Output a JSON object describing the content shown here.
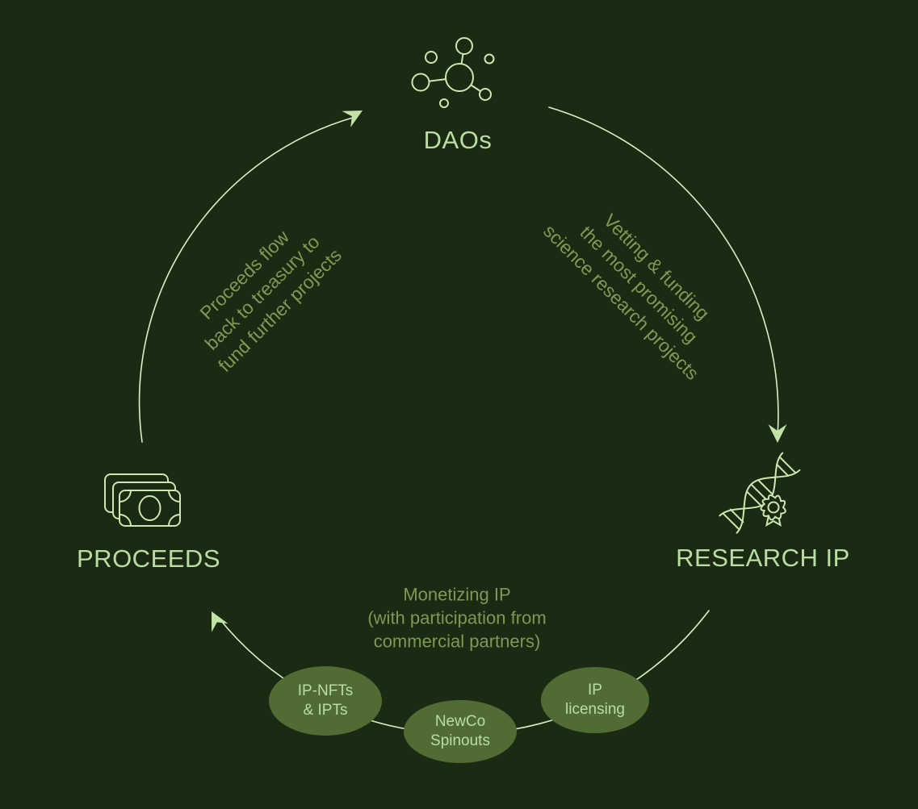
{
  "diagram": {
    "nodes": {
      "daos": {
        "label": "DAOs",
        "icon": "molecule-network-icon"
      },
      "research_ip": {
        "label": "RESEARCH IP",
        "icon": "dna-badge-icon"
      },
      "proceeds": {
        "label": "PROCEEDS",
        "icon": "banknotes-icon"
      }
    },
    "flows": {
      "daos_to_research_ip": {
        "lines": [
          "Vetting & funding",
          "the most promising",
          "science research projects"
        ]
      },
      "research_ip_to_proceeds": {
        "lines": [
          "Monetizing IP",
          "(with participation from",
          "commercial partners)"
        ]
      },
      "proceeds_to_daos": {
        "lines": [
          "Proceeds flow",
          "back to treasury to",
          "fund further projects"
        ]
      }
    },
    "monetization_bubbles": [
      {
        "lines": [
          "IP-NFTs",
          "& IPTs"
        ]
      },
      {
        "lines": [
          "NewCo",
          "Spinouts"
        ]
      },
      {
        "lines": [
          "IP",
          "licensing"
        ]
      }
    ],
    "colors": {
      "background": "#1b2a12",
      "node_label": "#b9dda2",
      "flow_text": "#7c9a56",
      "arc_line": "#dcefc9",
      "arrowhead": "#c2e2a6",
      "icon_stroke": "#cbe8b2",
      "bubble_fill": "#506c34"
    }
  }
}
